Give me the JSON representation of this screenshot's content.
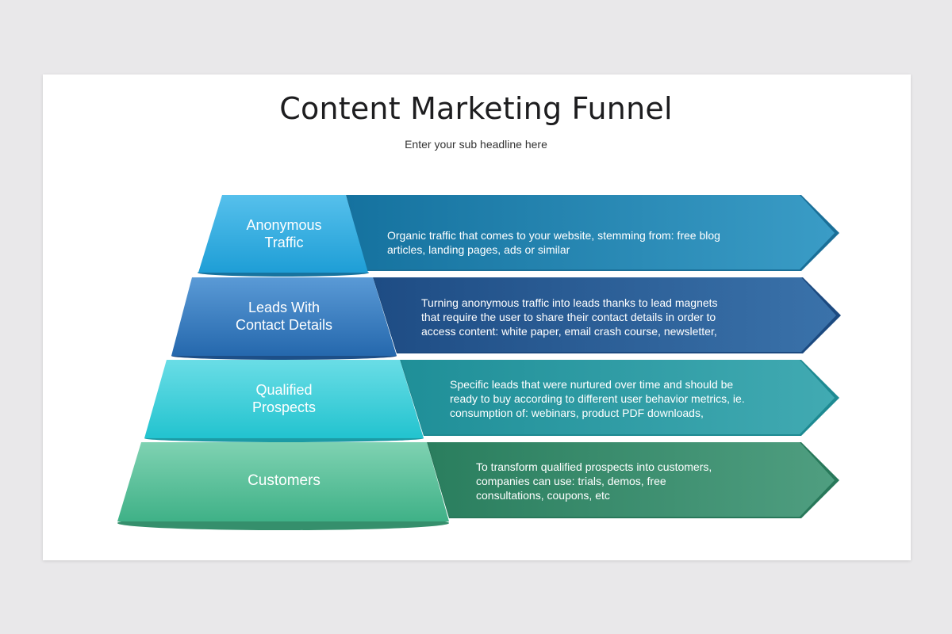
{
  "slide": {
    "title": "Content Marketing Funnel",
    "subtitle": "Enter your sub headline here"
  },
  "stages": [
    {
      "label_line1": "Anonymous",
      "label_line2": "Traffic",
      "desc_line1": "Organic traffic that comes to your website, stemming from: free blog",
      "desc_line2": "articles, landing pages, ads or similar",
      "desc_line3": "",
      "color_light": "#4fb8e6",
      "color_dark": "#1a86b5",
      "arrow_color": "#1f7fae"
    },
    {
      "label_line1": "Leads With",
      "label_line2": "Contact Details",
      "desc_line1": "Turning anonymous traffic into leads thanks to lead magnets",
      "desc_line2": "that require the user to share their contact details in order to",
      "desc_line3": "access content: white paper, email crash course, newsletter,",
      "color_light": "#4a8ccc",
      "color_dark": "#2660a3",
      "arrow_color": "#24558f"
    },
    {
      "label_line1": "Qualified",
      "label_line2": "Prospects",
      "desc_line1": "Specific leads that were nurtured over time and should be",
      "desc_line2": "ready to buy according to different user behavior metrics, ie.",
      "desc_line3": "consumption of: webinars, product PDF downloads,",
      "color_light": "#5fd6e0",
      "color_dark": "#24b9c6",
      "arrow_color": "#2a9ea7"
    },
    {
      "label_line1": "Customers",
      "label_line2": "",
      "desc_line1": "To transform qualified prospects into customers,",
      "desc_line2": "companies can use: trials, demos, free",
      "desc_line3": "consultations, coupons, etc",
      "color_light": "#6fcda8",
      "color_dark": "#3aa87f",
      "arrow_color": "#2f8a67"
    }
  ]
}
